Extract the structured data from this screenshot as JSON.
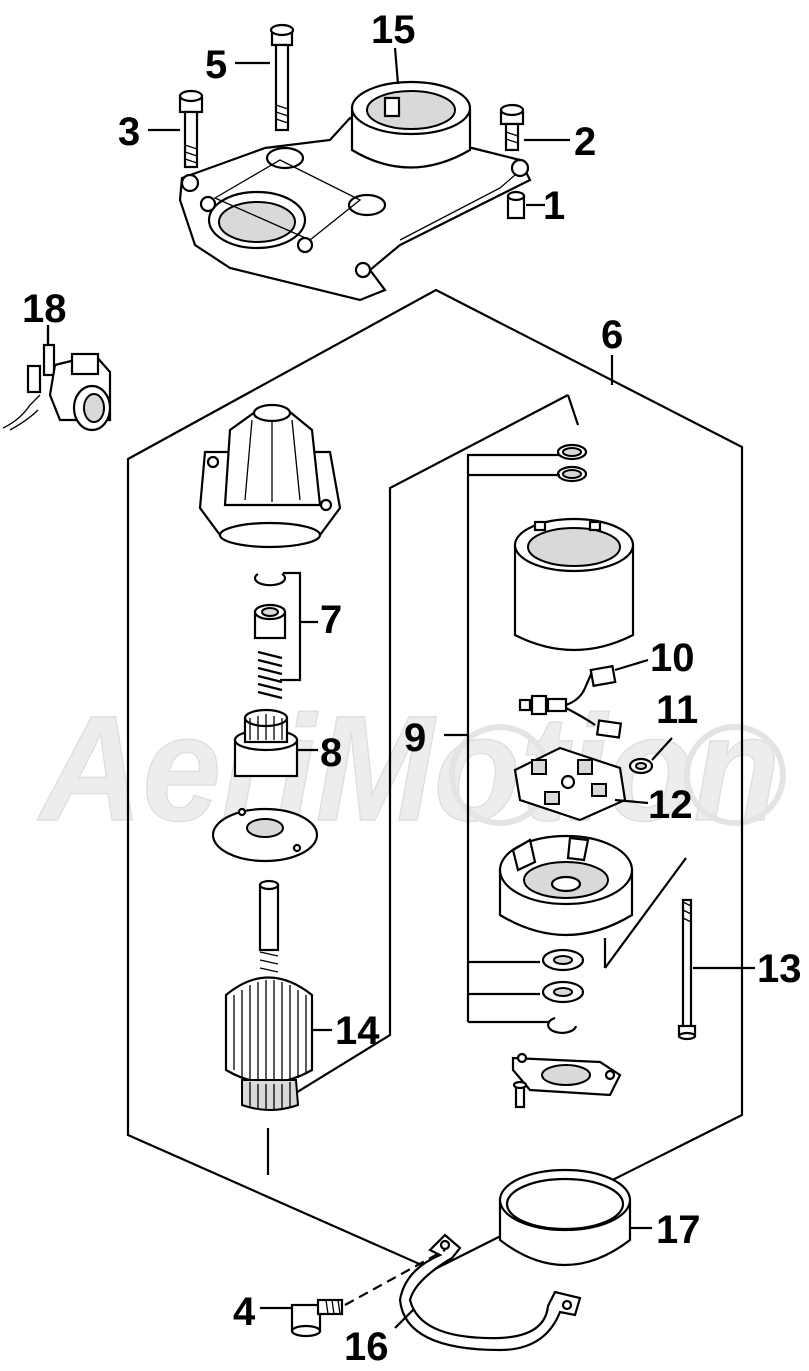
{
  "callouts": {
    "c1": "1",
    "c2": "2",
    "c3": "3",
    "c4": "4",
    "c5": "5",
    "c6": "6",
    "c7": "7",
    "c8": "8",
    "c9": "9",
    "c10": "10",
    "c11": "11",
    "c12": "12",
    "c13": "13",
    "c14": "14",
    "c15": "15",
    "c16": "16",
    "c17": "17",
    "c18": "18"
  },
  "watermark": "AeriMotion",
  "colors": {
    "line": "#000000",
    "shade": "#d9d9d9",
    "watermark": "#e8e8e8"
  }
}
